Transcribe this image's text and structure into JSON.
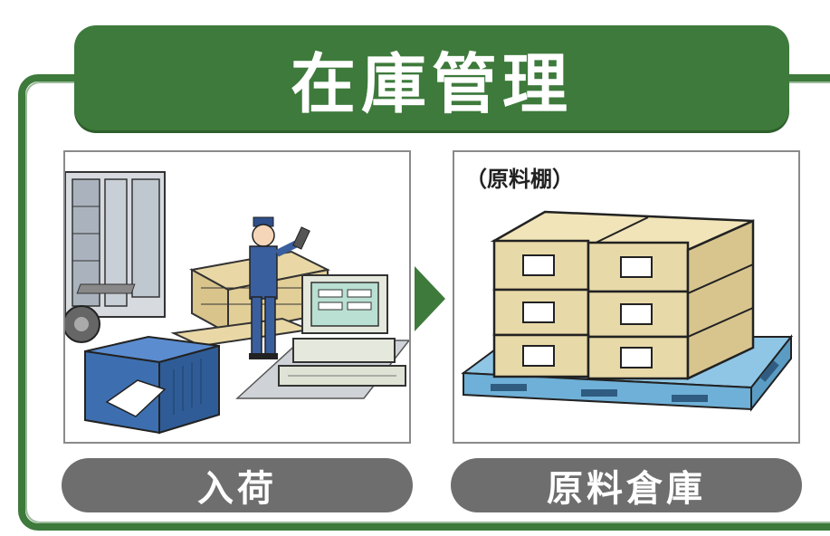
{
  "title": "在庫管理",
  "panels": [
    {
      "label": "",
      "caption": "入荷"
    },
    {
      "label": "（原料棚）",
      "caption": "原料倉庫"
    }
  ],
  "colors": {
    "accent_green": "#3d7a3b",
    "caption_gray": "#6e6e6e",
    "box_tan": "#e8d9a8",
    "pallet_blue": "#6fb0d8",
    "printer_blue": "#3d6fb0"
  },
  "icons": [
    "truck-icon",
    "worker-icon",
    "printer-icon",
    "computer-icon",
    "boxes-icon",
    "pallet-icon",
    "arrow-right-icon"
  ]
}
